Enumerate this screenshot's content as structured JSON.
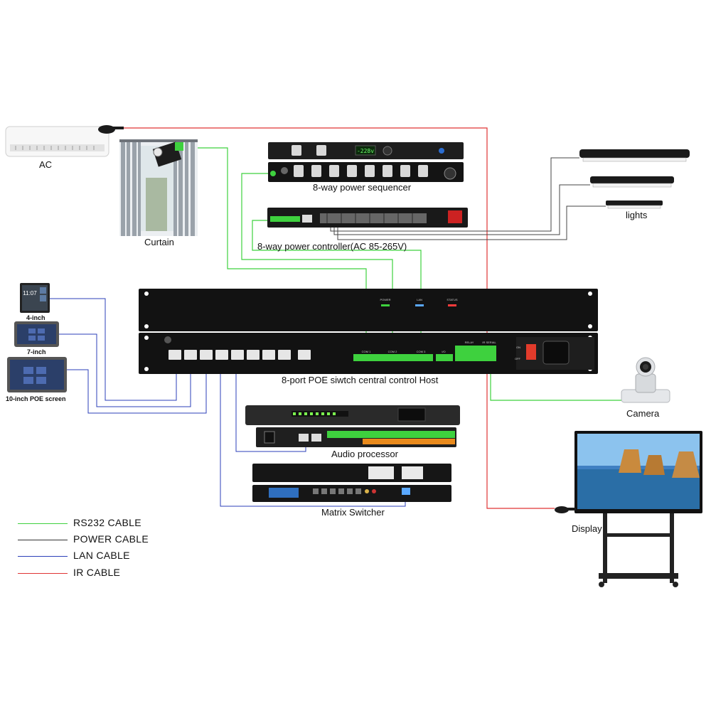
{
  "colors": {
    "rs232": "#3ed13e",
    "power": "#333333",
    "lan": "#2b3fb8",
    "ir": "#e03434",
    "rack": "#111111"
  },
  "devices": {
    "ac": "AC",
    "curtain": "Curtain",
    "sequencer": "8-way power sequencer",
    "sequencer_display": "-228v",
    "controller": "8-way power controller(AC 85-265V)",
    "lights": "lights",
    "tablet_4": "4-inch",
    "tablet_4_time": "11:07",
    "tablet_7": "7-inch",
    "tablet_10": "10-inch POE screen",
    "host": "8-port POE siwtch central control Host",
    "camera": "Camera",
    "audio": "Audio processor",
    "matrix": "Matrix Switcher",
    "display": "Display"
  },
  "host_panel": {
    "power": "POWER",
    "lan": "LAN",
    "status": "STATUS",
    "com1": "COM 1",
    "com2": "COM 2",
    "com3": "COM 3",
    "io": "I/O",
    "relay": "RELAY",
    "ir_serial": "IR SERIAL",
    "on": "ON",
    "off": "OFF"
  },
  "legend": [
    {
      "label": "RS232 CABLE",
      "color": "#3ed13e"
    },
    {
      "label": "POWER CABLE",
      "color": "#333333"
    },
    {
      "label": "LAN CABLE",
      "color": "#2b3fb8"
    },
    {
      "label": "IR CABLE",
      "color": "#e03434"
    }
  ]
}
